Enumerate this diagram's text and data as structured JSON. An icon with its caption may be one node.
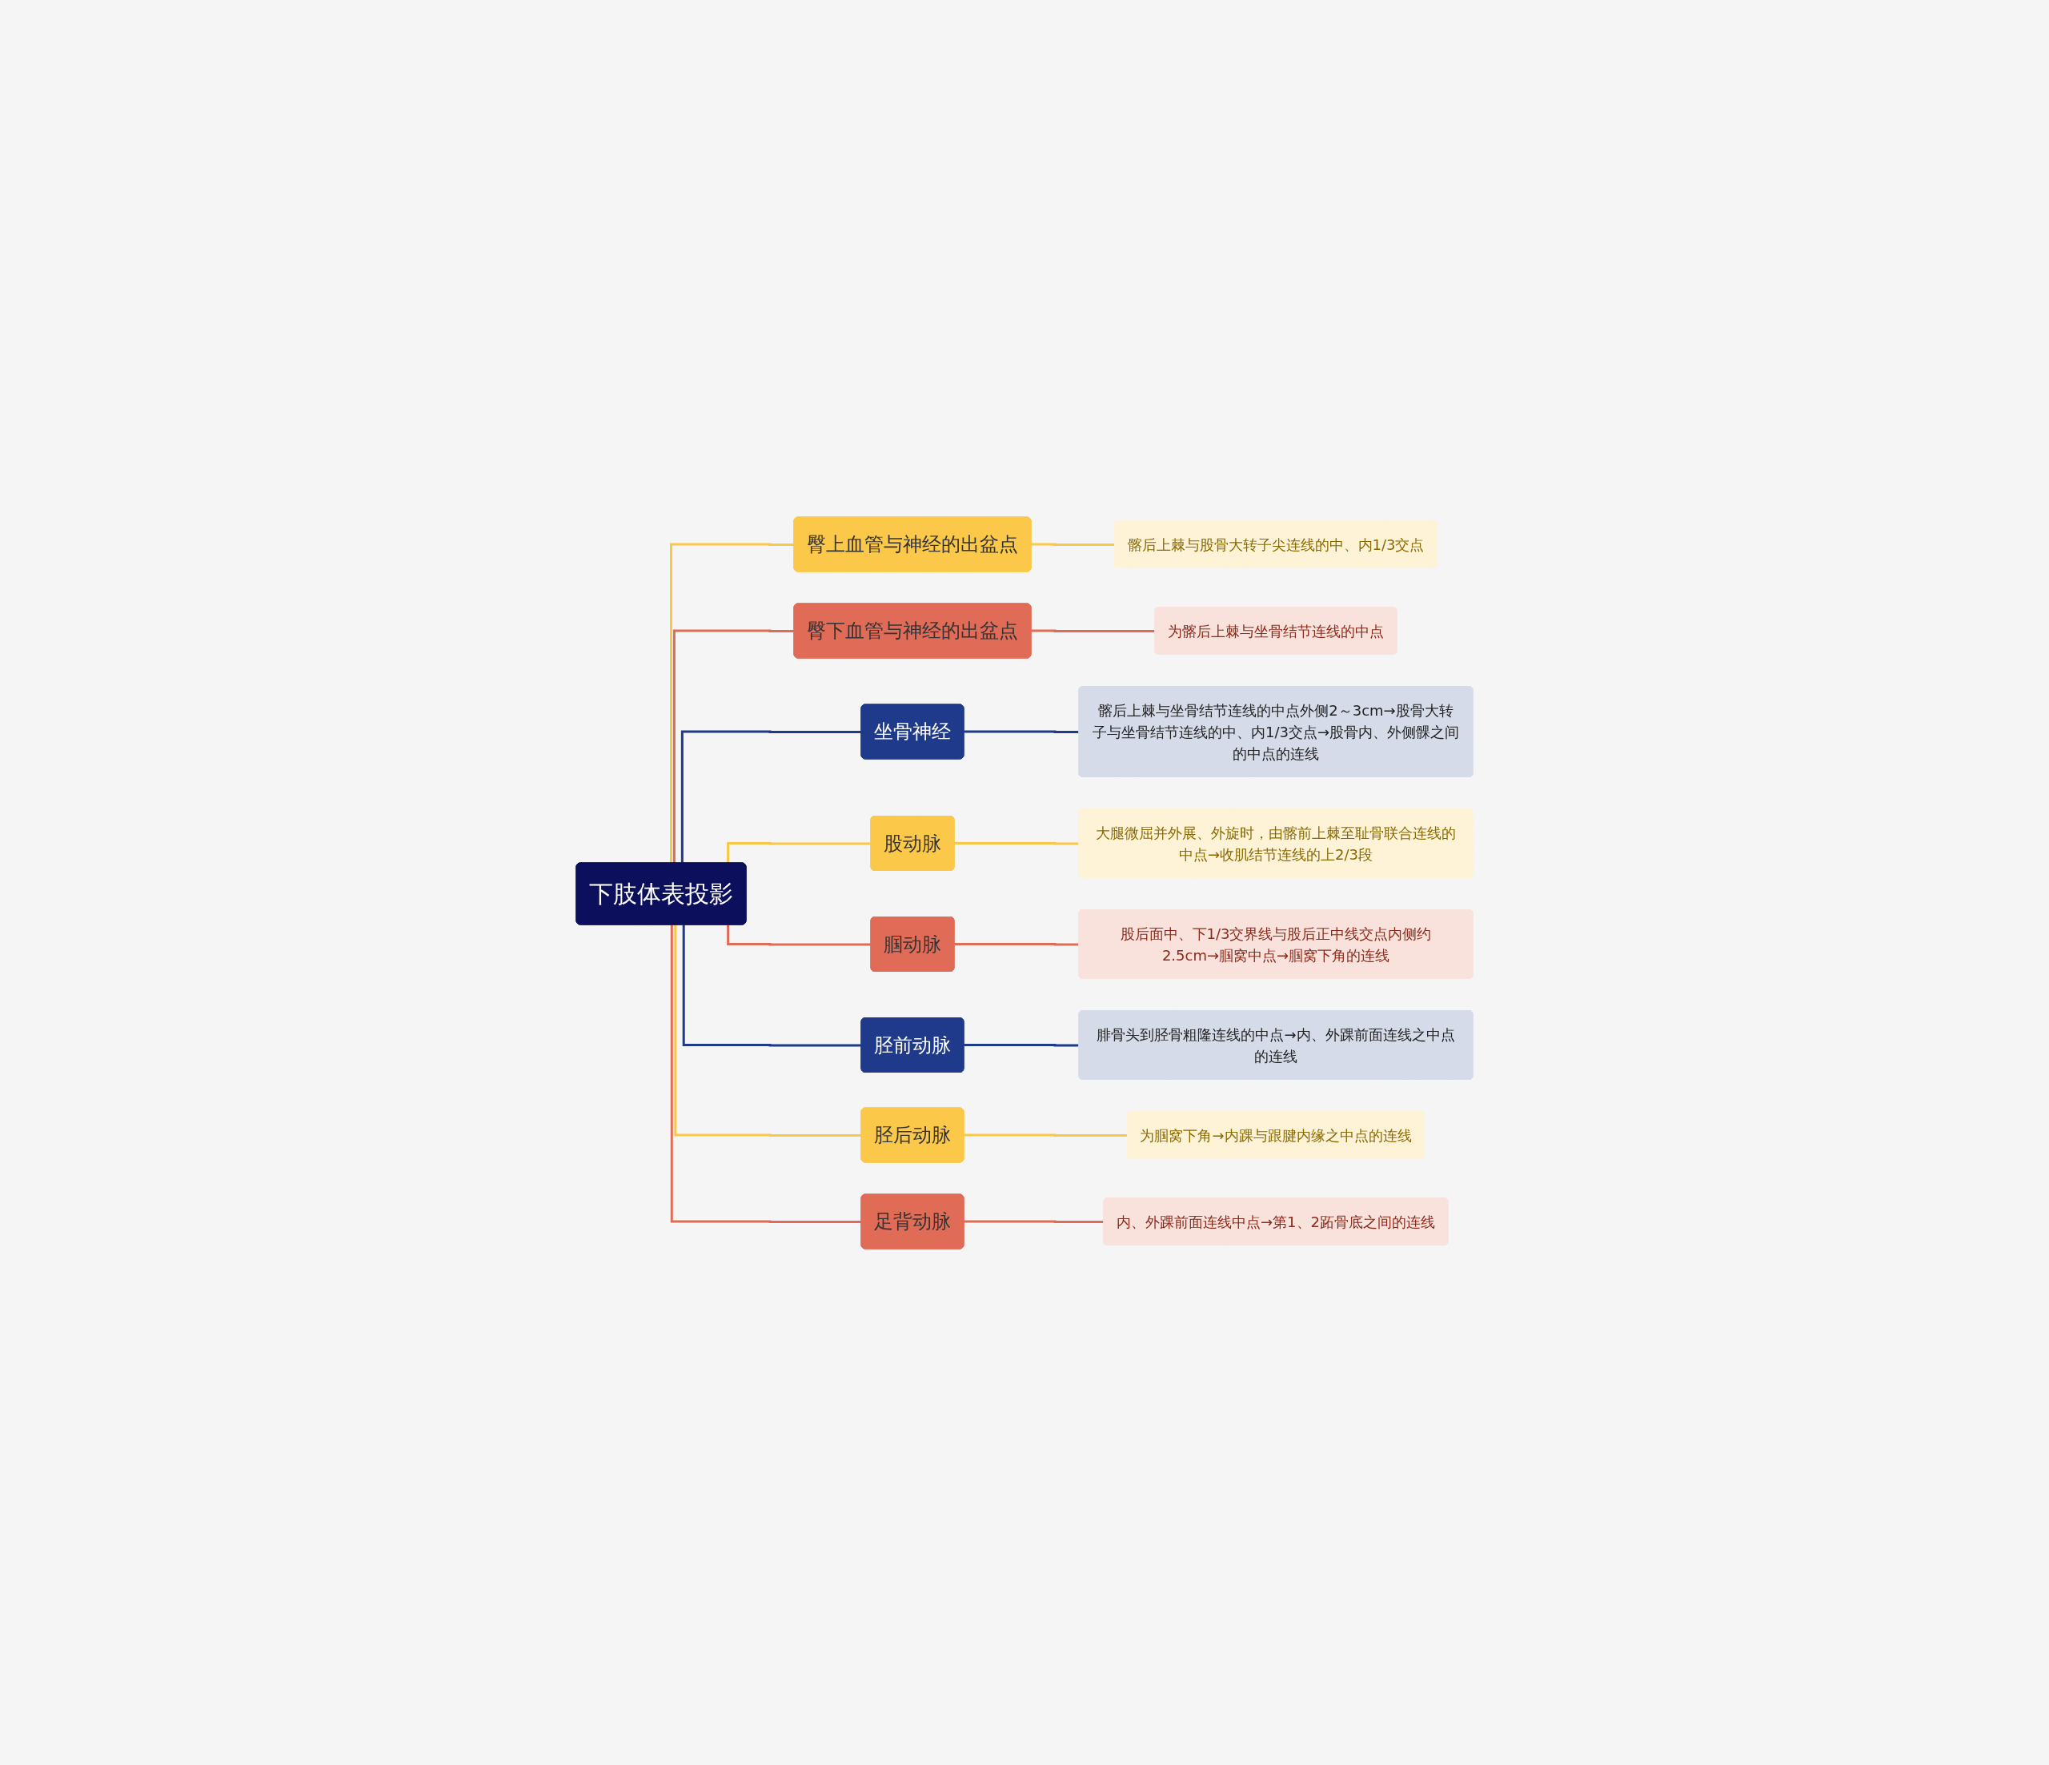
{
  "diagram": {
    "nodes": [
      {
        "text": [
          "下肢体表投影"
        ]
      },
      {
        "text": [
          "臀上血管与神经的出盆点"
        ]
      },
      {
        "text": [
          "髂后上棘与股骨大转子尖连线的中、内1/3交点"
        ]
      },
      {
        "text": [
          "臀下血管与神经的出盆点"
        ]
      },
      {
        "text": [
          "为髂后上棘与坐骨结节连线的中点"
        ]
      },
      {
        "text": [
          "坐骨神经"
        ]
      },
      {
        "text": [
          "髂后上棘与坐骨结节连线的中点外侧2～3cm→股骨大转子与坐骨结节连线的中、内1/3交点→股骨内、外侧髁之间的中点的连线"
        ]
      },
      {
        "text": [
          "股动脉"
        ]
      },
      {
        "text": [
          "大腿微屈并外展、外旋时，由髂前上棘至耻骨联合连线的中点→收肌结节连线的上2/3段"
        ]
      },
      {
        "text": [
          "腘动脉"
        ]
      },
      {
        "text": [
          "股后面中、下1/3交界线与股后正中线交点内侧约2.5cm→腘窝中点→腘窝下角的连线"
        ]
      },
      {
        "text": [
          "胫前动脉"
        ]
      },
      {
        "text": [
          "腓骨头到胫骨粗隆连线的中点→内、外踝前面连线之中点的连线"
        ]
      },
      {
        "text": [
          "胫后动脉"
        ]
      },
      {
        "text": [
          "为腘窝下角→内踝与跟腱内缘之中点的连线"
        ]
      },
      {
        "text": [
          "足背动脉"
        ]
      },
      {
        "text": [
          "内、外踝前面连线中点→第1、2跖骨底之间的连线"
        ]
      }
    ],
    "edges": [
      {
        "from": 0,
        "to": 1,
        "arrow": "none",
        "color": "#f9c846"
      },
      {
        "from": 1,
        "to": 2,
        "arrow": "none",
        "color": "#f9c846"
      },
      {
        "from": 0,
        "to": 3,
        "arrow": "none",
        "color": "#e06c58"
      },
      {
        "from": 3,
        "to": 4,
        "arrow": "none",
        "color": "#e06c58"
      },
      {
        "from": 0,
        "to": 5,
        "arrow": "none",
        "color": "#1f3a8a"
      },
      {
        "from": 5,
        "to": 6,
        "arrow": "none",
        "color": "#1f3a8a"
      },
      {
        "from": 0,
        "to": 7,
        "arrow": "none",
        "color": "#f9c846"
      },
      {
        "from": 7,
        "to": 8,
        "arrow": "none",
        "color": "#f9c846"
      },
      {
        "from": 0,
        "to": 9,
        "arrow": "none",
        "color": "#e06c58"
      },
      {
        "from": 9,
        "to": 10,
        "arrow": "none",
        "color": "#e06c58"
      },
      {
        "from": 0,
        "to": 11,
        "arrow": "none",
        "color": "#1f3a8a"
      },
      {
        "from": 11,
        "to": 12,
        "arrow": "none",
        "color": "#1f3a8a"
      },
      {
        "from": 0,
        "to": 13,
        "arrow": "none",
        "color": "#f9c846"
      },
      {
        "from": 13,
        "to": 14,
        "arrow": "none",
        "color": "#f9c846"
      },
      {
        "from": 0,
        "to": 15,
        "arrow": "none",
        "color": "#e06c58"
      },
      {
        "from": 15,
        "to": 16,
        "arrow": "none",
        "color": "#e06c58"
      }
    ]
  }
}
